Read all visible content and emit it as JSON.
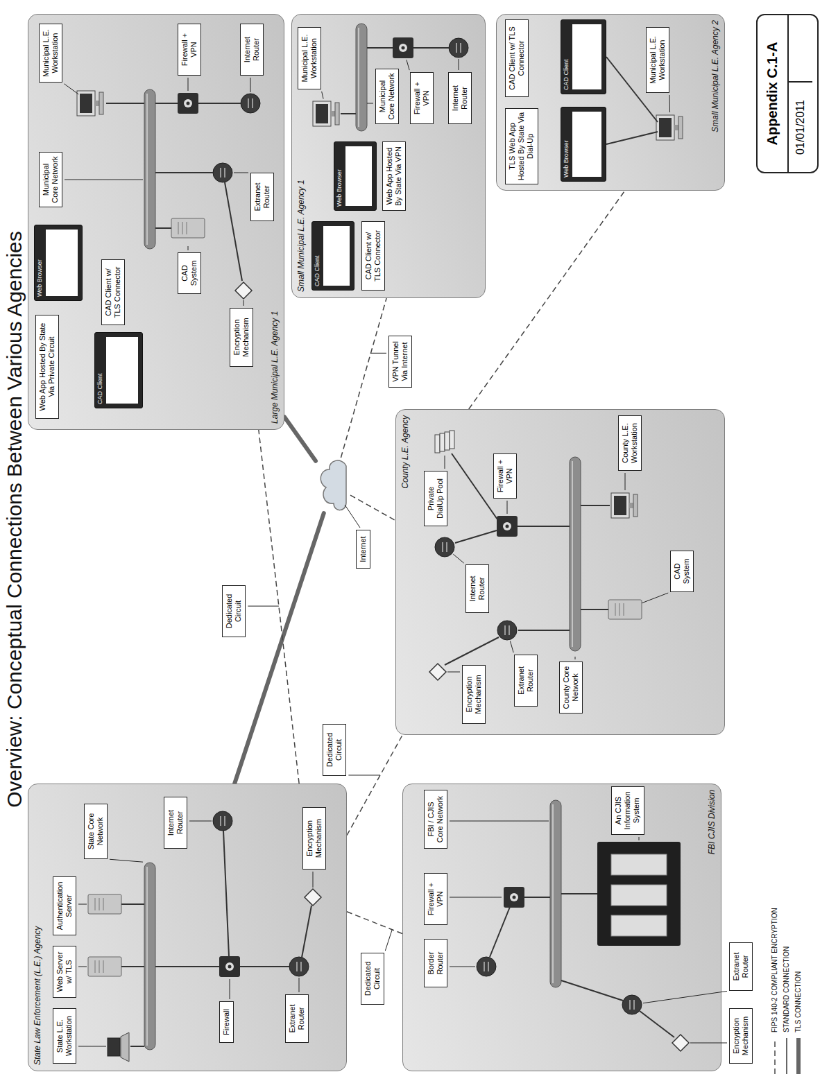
{
  "diagram": {
    "title": "Overview: Conceptual Connections Between Various Agencies",
    "nodes": [
      {
        "text": [
          "State Law Enforcement (L.E.) Agency"
        ]
      },
      {
        "text": [
          "State L.E. Workstation"
        ],
        "in": 0
      },
      {
        "text": [
          "Web Server w/ TLS"
        ],
        "in": 0
      },
      {
        "text": [
          "Authentication Server"
        ],
        "in": 0
      },
      {
        "text": [
          "State Core Network"
        ],
        "in": 0
      },
      {
        "text": [
          "Firewall"
        ],
        "in": 0
      },
      {
        "text": [
          "Internet Router"
        ],
        "in": 0
      },
      {
        "text": [
          "Extranet Router"
        ],
        "in": 0
      },
      {
        "text": [
          "Encryption Mechanism"
        ],
        "in": 0
      },
      {
        "text": [
          "Internet"
        ]
      },
      {
        "text": [
          "Large Municipal L.E. Agency 1"
        ]
      },
      {
        "text": [
          "Web App Hosted By State Via Private Circuit"
        ],
        "in": 10
      },
      {
        "text": [
          "Web Browser"
        ],
        "in": 10
      },
      {
        "text": [
          "Municipal Core Network"
        ],
        "in": 10
      },
      {
        "text": [
          "Municipal L.E. Workstation"
        ],
        "in": 10
      },
      {
        "text": [
          "CAD Client"
        ],
        "in": 10
      },
      {
        "text": [
          "CAD Client w/ TLS Connector"
        ],
        "in": 10
      },
      {
        "text": [
          "CAD System"
        ],
        "in": 10
      },
      {
        "text": [
          "Firewall + VPN"
        ],
        "in": 10
      },
      {
        "text": [
          "Extranet Router"
        ],
        "in": 10
      },
      {
        "text": [
          "Internet Router"
        ],
        "in": 10
      },
      {
        "text": [
          "Encryption Mechanism"
        ],
        "in": 10
      },
      {
        "text": [
          "FBI CJIS Division"
        ]
      },
      {
        "text": [
          "Border Router"
        ],
        "in": 22
      },
      {
        "text": [
          "Firewall + VPN"
        ],
        "in": 22
      },
      {
        "text": [
          "FBI / CJIS Core Network"
        ],
        "in": 22
      },
      {
        "text": [
          "An CJIS Information System"
        ],
        "in": 22
      },
      {
        "text": [
          "Extranet Router"
        ],
        "in": 22
      },
      {
        "text": [
          "Encryption Mechanism"
        ],
        "in": 22
      },
      {
        "text": [
          "County L.E. Agency"
        ]
      },
      {
        "text": [
          "Encryption Mechanism"
        ],
        "in": 29
      },
      {
        "text": [
          "Extranet Router"
        ],
        "in": 29
      },
      {
        "text": [
          "Internet Router"
        ],
        "in": 29
      },
      {
        "text": [
          "Firewall + VPN"
        ],
        "in": 29
      },
      {
        "text": [
          "Private DialUp Pool"
        ],
        "in": 29
      },
      {
        "text": [
          "County Core Network"
        ],
        "in": 29
      },
      {
        "text": [
          "CAD System"
        ],
        "in": 29
      },
      {
        "text": [
          "County L.E. Workstation"
        ],
        "in": 29
      },
      {
        "text": [
          "Small Municipal L.E. Agency 1"
        ]
      },
      {
        "text": [
          "CAD Client"
        ],
        "in": 38
      },
      {
        "text": [
          "CAD Client w/ TLS Connector"
        ],
        "in": 38
      },
      {
        "text": [
          "Web Browser"
        ],
        "in": 38
      },
      {
        "text": [
          "Web App Hosted By State Via VPN"
        ],
        "in": 38
      },
      {
        "text": [
          "Municipal L.E. Workstation"
        ],
        "in": 38
      },
      {
        "text": [
          "Municipal Core Network"
        ],
        "in": 38
      },
      {
        "text": [
          "Firewall + VPN"
        ],
        "in": 38
      },
      {
        "text": [
          "Internet Router"
        ],
        "in": 38
      },
      {
        "text": [
          "Small Municipal L.E. Agency 2"
        ]
      },
      {
        "text": [
          "TLS Web App Hosted By State Via Dial-Up"
        ],
        "in": 47
      },
      {
        "text": [
          "Web Browser"
        ],
        "in": 47
      },
      {
        "text": [
          "CAD Client w/ TLS Connector"
        ],
        "in": 47
      },
      {
        "text": [
          "CAD Client"
        ],
        "in": 47
      },
      {
        "text": [
          "Municipal L.E. Workstation"
        ],
        "in": 47
      },
      {
        "text": [
          "Appendix C.1-A",
          "01/01/2011"
        ]
      }
    ],
    "edges": [
      {
        "from": 0,
        "to": 9,
        "arrow": "none"
      },
      {
        "from": 9,
        "to": 10,
        "arrow": "none"
      },
      {
        "from": 0,
        "to": 22,
        "label": "Dedicated Circuit",
        "arrow": "none"
      },
      {
        "from": 0,
        "to": 29,
        "label": "Dedicated Circuit",
        "arrow": "none"
      },
      {
        "from": 0,
        "to": 10,
        "label": "Dedicated Circuit",
        "arrow": "none"
      },
      {
        "from": 9,
        "to": 38,
        "label": "VPN Tunnel Via Internet",
        "arrow": "none"
      },
      {
        "from": 9,
        "to": 29,
        "arrow": "none"
      },
      {
        "from": 29,
        "to": 47,
        "arrow": "none"
      }
    ],
    "legend": [
      {
        "text": "FIPS 140-2 COMPLIANT ENCRYPTION"
      },
      {
        "text": "STANDARD CONNECTION"
      },
      {
        "text": "TLS CONNECTION"
      }
    ]
  }
}
